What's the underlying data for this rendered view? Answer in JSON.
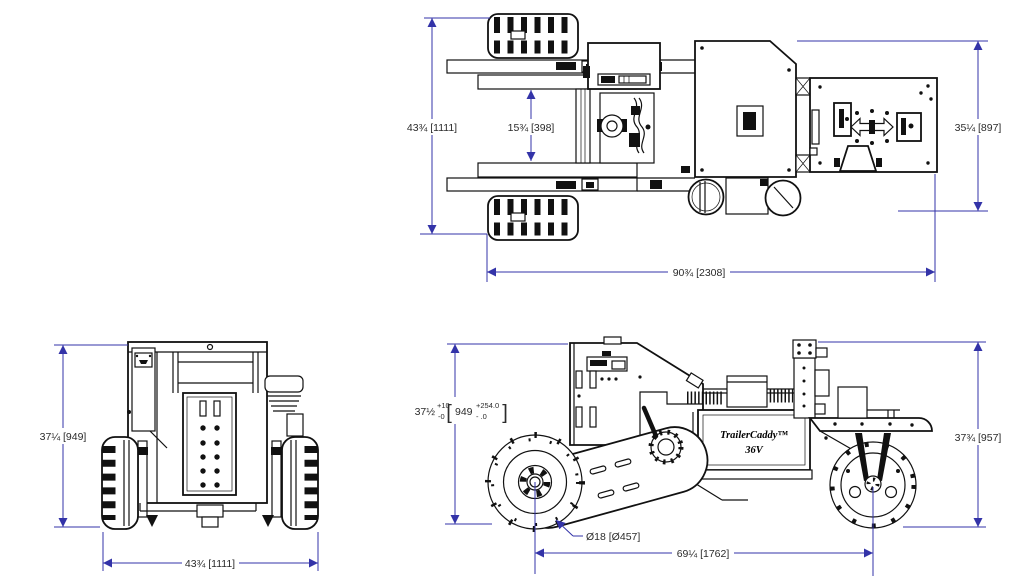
{
  "meta": {
    "drawing_type": "3-view orthographic engineering drawing",
    "background_color": "#ffffff",
    "line_color": "#111111",
    "dimension_color": "#3333a8",
    "text_color": "#2b2b2b"
  },
  "logo": {
    "line1": "TrailerCaddy™",
    "line2": "36V"
  },
  "views": {
    "top": {
      "dims": {
        "track_width": "43¾ [1111]",
        "frame_gap": "15¾ [398]",
        "deck_width": "35¼ [897]",
        "overall_length": "90¾ [2308]"
      }
    },
    "front": {
      "dims": {
        "overall_height": "37¼ [949]",
        "overall_width": "43¾ [1111]"
      }
    },
    "side": {
      "dims": {
        "height_nominal": "37½",
        "height_tol_plus": "+10",
        "height_tol_minus": "-0",
        "bracket_open": "[",
        "height_mm_nominal": "949",
        "height_mm_tol_plus": "+254.0",
        "height_mm_tol_minus": "- .0",
        "bracket_close": "]",
        "tire_diameter": "Ø18 [Ø457]",
        "wheelbase": "69¼ [1762]",
        "rear_height": "37¾ [957]"
      }
    }
  }
}
